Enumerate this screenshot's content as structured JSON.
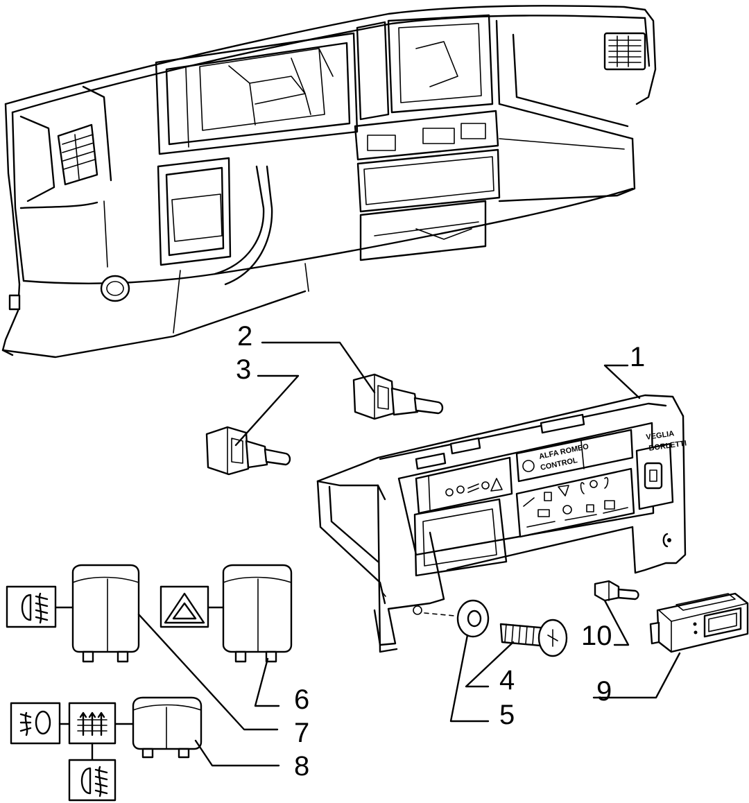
{
  "callouts": {
    "c1": "1",
    "c2": "2",
    "c3": "3",
    "c4": "4",
    "c5": "5",
    "c6": "6",
    "c7": "7",
    "c8": "8",
    "c9": "9",
    "c10": "10"
  },
  "panel_text": {
    "line1": "ALFA ROMEO",
    "line2": "CONTROL",
    "right1": "VEGLIA",
    "right2": "BORLETTI"
  },
  "symbols": {
    "hazard": "hazard-triangle-icon",
    "fog_front": "front-fog-lamp-icon",
    "rear_defrost": "rear-window-defrost-icon",
    "rear_fog": "rear-fog-lamp-icon",
    "position": "side-light-icon"
  }
}
